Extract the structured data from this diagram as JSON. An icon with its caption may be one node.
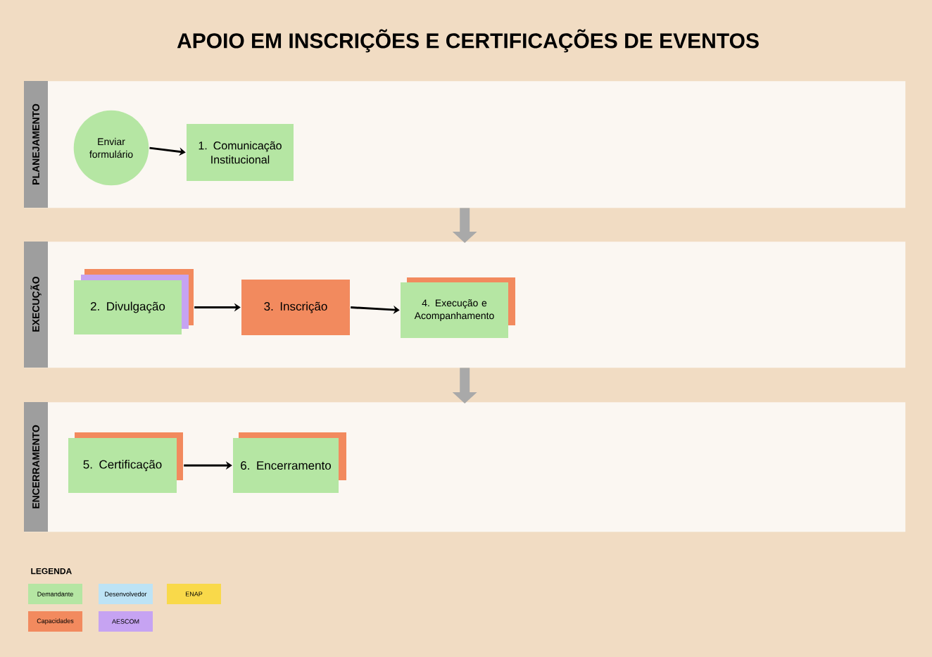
{
  "diagram": {
    "title": "APOIO EM INSCRIÇÕES E CERTIFICAÇÕES DE EVENTOS",
    "nodes": [
      {
        "text": [
          "PLANEJAMENTO"
        ]
      },
      {
        "text": [
          "Enviar formulário"
        ],
        "in": 0
      },
      {
        "text": [
          "1. Comunicação Institucional"
        ],
        "in": 0
      },
      {
        "text": [
          "EXECUÇÃO"
        ]
      },
      {
        "text": [
          "2. Divulgação"
        ],
        "in": 3
      },
      {
        "text": [
          "3. Inscrição"
        ],
        "in": 3
      },
      {
        "text": [
          "4. Execução e Acompanhamento"
        ],
        "in": 3
      },
      {
        "text": [
          "ENCERRAMENTO"
        ]
      },
      {
        "text": [
          "5. Certificação"
        ],
        "in": 7
      },
      {
        "text": [
          "6. Encerramento"
        ],
        "in": 7
      }
    ],
    "edges": [
      {
        "from": 1,
        "to": 2,
        "arrow": "to"
      },
      {
        "from": 0,
        "to": 3,
        "arrow": "to",
        "style": "thick",
        "color": "#a9a9a9"
      },
      {
        "from": 4,
        "to": 5,
        "arrow": "to"
      },
      {
        "from": 5,
        "to": 6,
        "arrow": "to"
      },
      {
        "from": 3,
        "to": 7,
        "arrow": "to",
        "style": "thick",
        "color": "#a9a9a9"
      },
      {
        "from": 8,
        "to": 9,
        "arrow": "to"
      }
    ],
    "labels": [
      "LEGENDA"
    ],
    "legend": [
      {
        "text": "Demandante",
        "color": "#b5e6a3"
      },
      {
        "text": "Desenvolvedor",
        "color": "#bde3f5"
      },
      {
        "text": "ENAP",
        "color": "#f9d94a"
      },
      {
        "text": "Capacidades",
        "color": "#f28a5e"
      },
      {
        "text": "AESCOM",
        "color": "#c6a3f2"
      }
    ]
  }
}
